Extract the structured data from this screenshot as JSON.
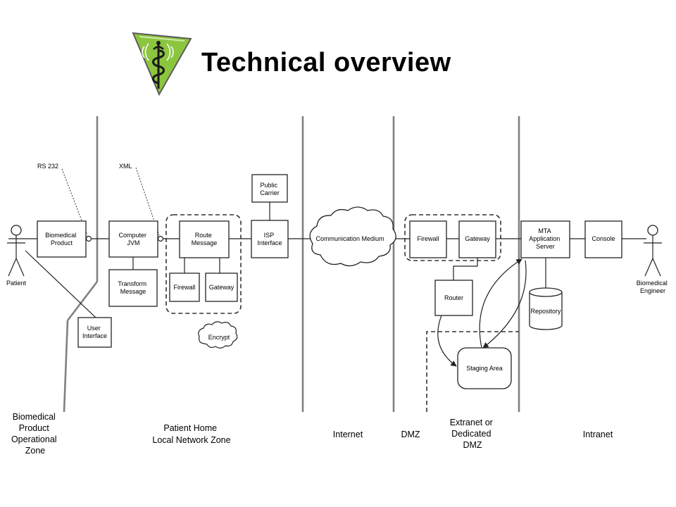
{
  "title": "Technical overview",
  "colors": {
    "logo_fill": "#8cc63f",
    "separator": "#808080",
    "line": "#222222"
  },
  "icons": {
    "logo": "caduceus-logo-icon"
  },
  "nodes": {
    "biomedical_product": [
      "Biomedical",
      "Product"
    ],
    "computer_jvm": [
      "Computer",
      "JVM"
    ],
    "transform_message": [
      "Transform",
      "Message"
    ],
    "user_interface": [
      "User",
      "Interface"
    ],
    "route_message": [
      "Route",
      "Message"
    ],
    "firewall_home": "Firewall",
    "gateway_home": "Gateway",
    "encrypt": "Encrypt",
    "public_carrier": [
      "Public",
      "Carrier"
    ],
    "isp_interface": [
      "ISP",
      "Interface"
    ],
    "communication_medium": "Communication Medium",
    "firewall_dmz": "Firewall",
    "gateway_dmz": "Gateway",
    "router": "Router",
    "staging_area": "Staging Area",
    "mta_server": [
      "MTA",
      "Application",
      "Server"
    ],
    "repository": "Repository",
    "console": "Console"
  },
  "annotations": {
    "rs232": "RS 232",
    "xml": "XML"
  },
  "actors": {
    "patient": "Patient",
    "engineer": [
      "Biomedical",
      "Engineer"
    ]
  },
  "zones": {
    "operational": [
      "Biomedical",
      "Product",
      "Operational",
      "Zone"
    ],
    "home": [
      "Patient Home",
      "Local Network Zone"
    ],
    "internet": "Internet",
    "dmz": "DMZ",
    "extranet": [
      "Extranet or",
      "Dedicated",
      "DMZ"
    ],
    "intranet": "Intranet"
  }
}
